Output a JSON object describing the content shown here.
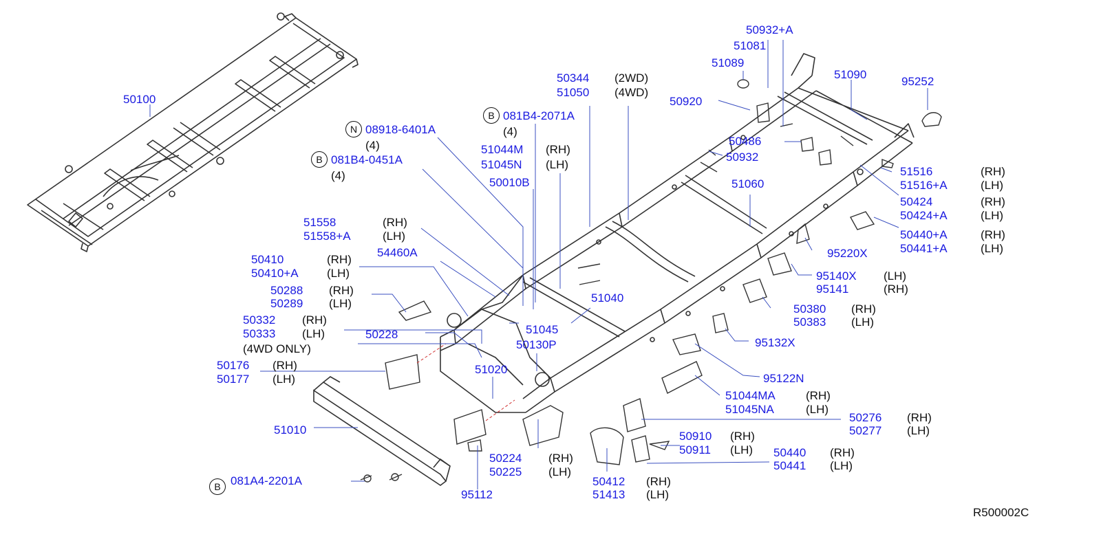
{
  "diagram": {
    "ref_code": "R500002C",
    "colors": {
      "label_blue": "#1a1ae0",
      "leader_blue": "#3a4fc0",
      "line": "#333333",
      "dashed_red": "#d03030"
    },
    "labels": {
      "p50100": "50100",
      "p50932A": "50932+A",
      "p51081": "51081",
      "p51089": "51089",
      "p51090": "51090",
      "p95252": "95252",
      "p50344": "50344",
      "p51050": "51050",
      "n2wd": "(2WD)",
      "n4wd": "(4WD)",
      "p50920": "50920",
      "b1": "B",
      "p081B4_2071A": "081B4-2071A",
      "q4a": "(4)",
      "n1": "N",
      "p08918": "08918-6401A",
      "q4b": "(4)",
      "p51044M": "51044M",
      "p51045N": "51045N",
      "rh1": "(RH)",
      "lh1": "(LH)",
      "b2": "B",
      "p081B4_0451A": "081B4-0451A",
      "q4c": "(4)",
      "p50010B": "50010B",
      "p50486": "50486",
      "p50932": "50932",
      "p51516": "51516",
      "p51516A": "51516+A",
      "rh2": "(RH)",
      "lh2": "(LH)",
      "p51060": "51060",
      "p50424": "50424",
      "p50424A": "50424+A",
      "rh3": "(RH)",
      "lh3": "(LH)",
      "p51558": "51558",
      "p51558A": "51558+A",
      "rh4": "(RH)",
      "lh4": "(LH)",
      "p50440A": "50440+A",
      "p50441A": "50441+A",
      "rh5": "(RH)",
      "lh5": "(LH)",
      "p54460A": "54460A",
      "p95220X": "95220X",
      "p50410": "50410",
      "p50410A": "50410+A",
      "rh6": "(RH)",
      "lh6": "(LH)",
      "p95140X": "95140X",
      "p95141": "95141",
      "lh7": "(LH)",
      "rh7": "(RH)",
      "p50288": "50288",
      "p50289": "50289",
      "rh8": "(RH)",
      "lh8": "(LH)",
      "p51040": "51040",
      "p50380": "50380",
      "p50383": "50383",
      "rh9": "(RH)",
      "lh9": "(LH)",
      "p50332": "50332",
      "p50333": "50333",
      "rh10": "(RH)",
      "lh10": "(LH)",
      "p51045": "51045",
      "p50228": "50228",
      "p95132X": "95132X",
      "n4wd_only": "(4WD   ONLY)",
      "p50130P": "50130P",
      "p50176": "50176",
      "p50177": "50177",
      "rh11": "(RH)",
      "lh11": "(LH)",
      "p51020": "51020",
      "p95122N": "95122N",
      "p51044MA": "51044MA",
      "p51045NA": "51045NA",
      "rh12": "(RH)",
      "lh12": "(LH)",
      "p50276": "50276",
      "p50277": "50277",
      "rh13": "(RH)",
      "lh13": "(LH)",
      "p51010": "51010",
      "p50910": "50910",
      "p50911": "50911",
      "rh14": "(RH)",
      "lh14": "(LH)",
      "p50440": "50440",
      "p50441": "50441",
      "rh15": "(RH)",
      "lh15": "(LH)",
      "p50224": "50224",
      "p50225": "50225",
      "rh16": "(RH)",
      "lh16": "(LH)",
      "b3": "B",
      "p081A4_2201A": "081A4-2201A",
      "p50412": "50412",
      "p51413": "51413",
      "rh17": "(RH)",
      "lh17": "(LH)",
      "p95112": "95112"
    }
  }
}
